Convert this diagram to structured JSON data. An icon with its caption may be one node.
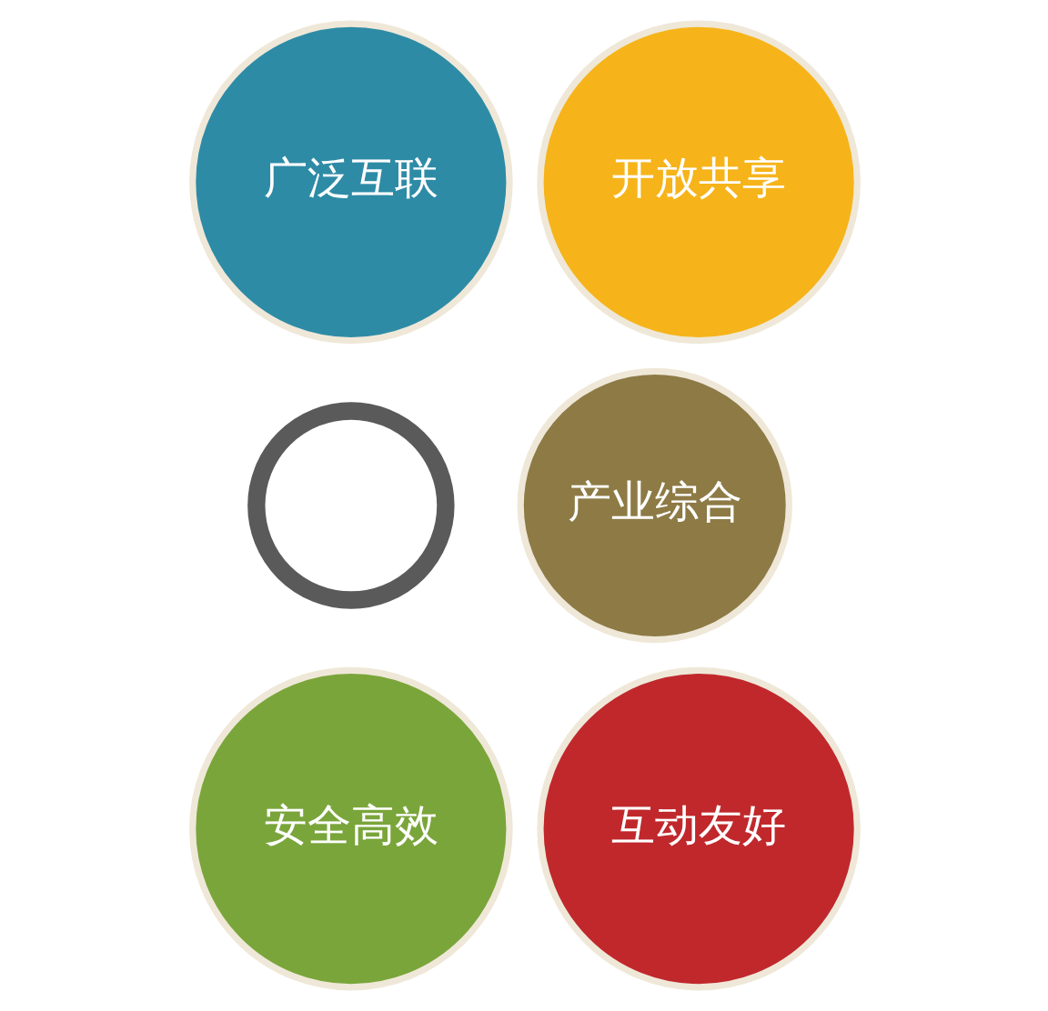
{
  "diagram": {
    "nodes": [
      {
        "text": [],
        "shape": "circle"
      },
      {
        "text": [
          "广泛互联"
        ]
      },
      {
        "text": [
          "开放共享"
        ]
      },
      {
        "text": [
          "产业综合"
        ]
      },
      {
        "text": [
          "安全高效"
        ]
      },
      {
        "text": [
          "互动友好"
        ]
      }
    ],
    "edges": []
  }
}
